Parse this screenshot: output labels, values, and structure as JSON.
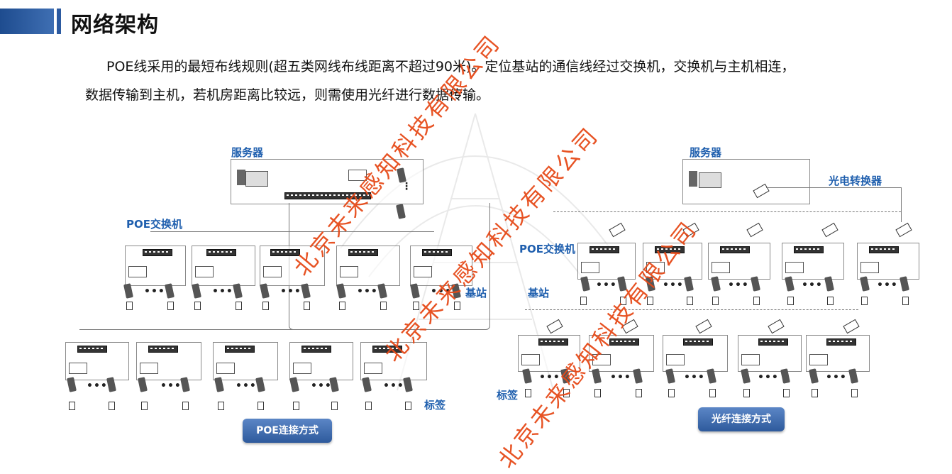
{
  "title": "网络架构",
  "paragraph": {
    "line1": "POE线采用的最短布线规则(超五类网线布线距离不超过90米)。定位基站的通信线经过交换机，交换机与主机相连，",
    "line2": "数据传输到主机，若机房距离比较远，则需使用光纤进行数据传输。"
  },
  "left_diagram": {
    "server_label": "服务器",
    "switch_label": "POE交换机",
    "base_station_label": "基站",
    "tag_label": "标签",
    "caption": "POE连接方式"
  },
  "right_diagram": {
    "server_label": "服务器",
    "converter_label": "光电转换器",
    "switch_label": "POE交换机",
    "base_station_label": "基站",
    "tag_label": "标签",
    "caption": "光纤连接方式"
  },
  "watermark_text": "北京未来感知科技有限公司",
  "colors": {
    "accent": "#1f5fae",
    "watermark": "#e64a19",
    "title_bar": "#2c5aa0"
  }
}
